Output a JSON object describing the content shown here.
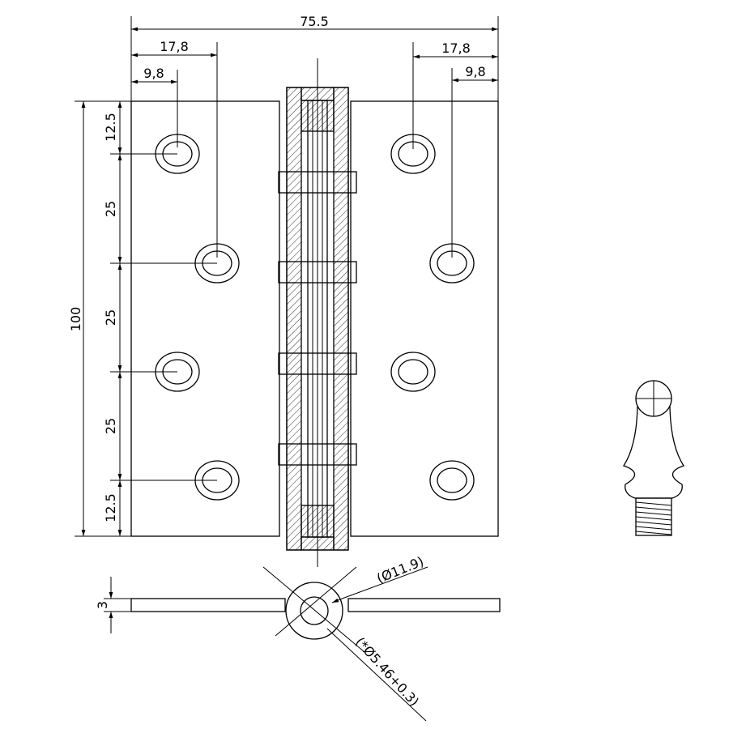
{
  "drawing": {
    "dimensions": {
      "overall_width": "75.5",
      "hole_offset_left": "17,8",
      "hole_edge_left": "9,8",
      "hole_offset_right": "17,8",
      "hole_edge_right": "9,8",
      "overall_height": "100",
      "edge_top": "12.5",
      "pitch_1": "25",
      "pitch_2": "25",
      "pitch_3": "25",
      "edge_bottom": "12.5",
      "leaf_thickness": "3",
      "knuckle_diameter": "(Ø11.9)",
      "pin_diameter": "(*Ø5.46+0.3)"
    },
    "colors": {
      "line": "#000000",
      "background": "#ffffff"
    }
  }
}
